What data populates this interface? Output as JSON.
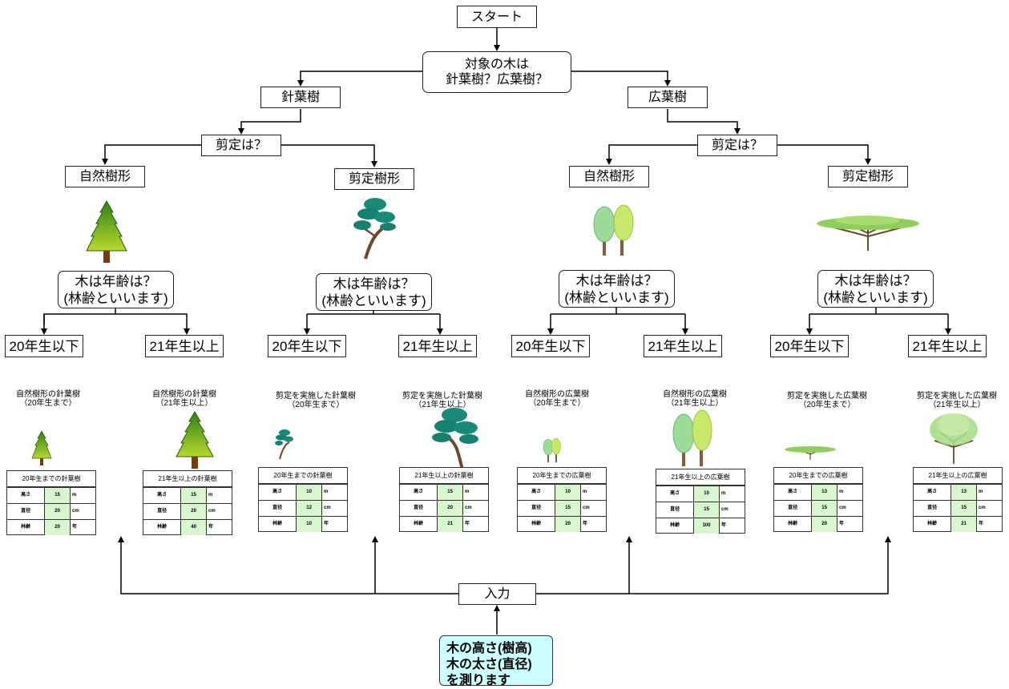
{
  "start": "スタート",
  "question_type": "対象の木は\n針葉樹？広葉樹？",
  "conifer": "針葉樹",
  "broadleaf": "広葉樹",
  "pruning_question": "剪定は？",
  "natural_form": "自然樹形",
  "pruned_form": "剪定樹形",
  "age_question": "木は年齢は？\n(林齢といいます)",
  "age_under": "20年生以下",
  "age_over": "21年生以上",
  "input_label": "入力",
  "measure_text": "木の高さ(樹高)\n木の太さ(直径)\nを測ります",
  "row_labels": {
    "height": "高さ",
    "diameter": "直径",
    "age": "林齢"
  },
  "units": {
    "height": "m",
    "diameter": "cm",
    "age": "年"
  },
  "cases": [
    {
      "label": "自然樹形の針葉樹\n（20年生まで）",
      "table_title": "20年生までの針葉樹",
      "height": "15",
      "diameter": "20",
      "age": "20"
    },
    {
      "label": "自然樹形の針葉樹\n（21年生以上）",
      "table_title": "21年生以上の針葉樹",
      "height": "15",
      "diameter": "20",
      "age": "40"
    },
    {
      "label": "剪定を実施した針葉樹\n（20年生まで）",
      "table_title": "20年生までの針葉樹",
      "height": "10",
      "diameter": "12",
      "age": "10"
    },
    {
      "label": "剪定を実施した針葉樹\n（21年生以上）",
      "table_title": "21年生以上の針葉樹",
      "height": "15",
      "diameter": "20",
      "age": "21"
    },
    {
      "label": "自然樹形の広葉樹\n（20年生まで）",
      "table_title": "20年生までの広葉樹",
      "height": "10",
      "diameter": "15",
      "age": "20"
    },
    {
      "label": "自然樹形の広葉樹\n（21年生以上）",
      "table_title": "21年生以上の広葉樹",
      "height": "10",
      "diameter": "15",
      "age": "100"
    },
    {
      "label": "剪定を実施した広葉樹\n（20年生まで）",
      "table_title": "20年生までの広葉樹",
      "height": "13",
      "diameter": "15",
      "age": "20"
    },
    {
      "label": "剪定を実施した広葉樹\n（21年生以上）",
      "table_title": "21年生以上の広葉樹",
      "height": "13",
      "diameter": "15",
      "age": "21"
    }
  ]
}
